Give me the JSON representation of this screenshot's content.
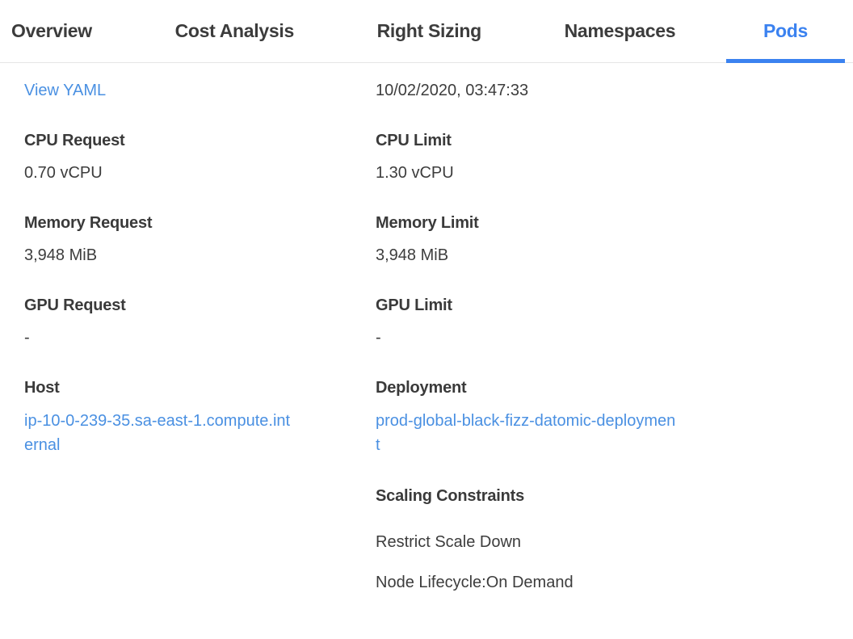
{
  "colors": {
    "accent": "#3B82F0",
    "link": "#4A90E2",
    "text": "#3D3D3D",
    "border": "#E6E6E6"
  },
  "tabs": [
    {
      "label": "Overview",
      "active": false
    },
    {
      "label": "Cost Analysis",
      "active": false
    },
    {
      "label": "Right Sizing",
      "active": false
    },
    {
      "label": "Namespaces",
      "active": false
    },
    {
      "label": "Pods",
      "active": true
    }
  ],
  "detail": {
    "view_yaml_label": "View YAML",
    "timestamp": "10/02/2020, 03:47:33",
    "fields": [
      {
        "label": "CPU Request",
        "value": "0.70 vCPU"
      },
      {
        "label": "CPU Limit",
        "value": "1.30 vCPU"
      },
      {
        "label": "Memory Request",
        "value": "3,948 MiB"
      },
      {
        "label": "Memory Limit",
        "value": "3,948 MiB"
      },
      {
        "label": "GPU Request",
        "value": "-"
      },
      {
        "label": "GPU Limit",
        "value": "-"
      },
      {
        "label": "Host",
        "value": "ip-10-0-239-35.sa-east-1.compute.internal"
      },
      {
        "label": "Deployment",
        "value": "prod-global-black-fizz-datomic-deployment"
      }
    ],
    "scaling": {
      "heading": "Scaling Constraints",
      "items": [
        "Restrict Scale Down",
        "Node Lifecycle:On Demand"
      ]
    }
  }
}
